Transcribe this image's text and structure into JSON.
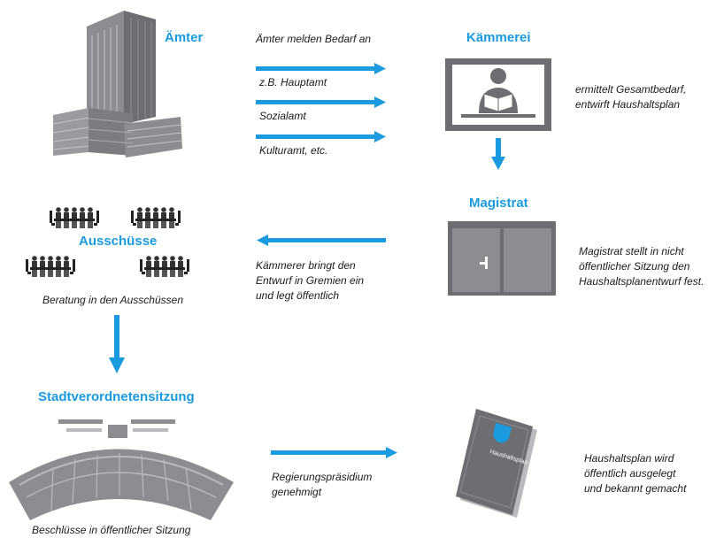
{
  "colors": {
    "accent": "#1a9be0",
    "gray_dark": "#6d6e72",
    "gray_mid": "#8c8d91",
    "gray_light": "#b9babd",
    "text": "#1a1a1a"
  },
  "icons": [
    "office-building-icon",
    "reader-at-desk-icon",
    "double-door-icon",
    "meeting-table-icon",
    "council-chamber-icon",
    "budget-book-icon"
  ],
  "aemter": {
    "title": "Ämter",
    "flow_label": "Ämter melden Bedarf an",
    "examples": [
      "z.B. Hauptamt",
      "Sozialamt",
      "Kulturamt, etc."
    ]
  },
  "kaemmerei": {
    "title": "Kämmerei",
    "description_lines": [
      "ermittelt Gesamtbedarf,",
      "entwirft Haushaltsplan"
    ]
  },
  "magistrat": {
    "title": "Magistrat",
    "description_lines": [
      "Magistrat stellt in nicht",
      "öffentlicher Sitzung den",
      "Haushaltsplanentwurf fest."
    ]
  },
  "kaemmerer_flow": {
    "lines": [
      "Kämmerer bringt den",
      "Entwurf in Gremien ein",
      "und legt öffentlich"
    ]
  },
  "ausschuesse": {
    "title": "Ausschüsse",
    "caption": "Beratung in den Ausschüssen"
  },
  "stadtverordnetensitzung": {
    "title": "Stadtverordnetensitzung",
    "caption": "Beschlüsse in öffentlicher Sitzung"
  },
  "rp_flow": {
    "lines": [
      "Regierungspräsidium",
      "genehmigt"
    ]
  },
  "haushaltsplan": {
    "book_label": "Haushaltsplan",
    "description_lines": [
      "Haushaltsplan wird",
      "öffentlich ausgelegt",
      "und bekannt gemacht"
    ]
  }
}
